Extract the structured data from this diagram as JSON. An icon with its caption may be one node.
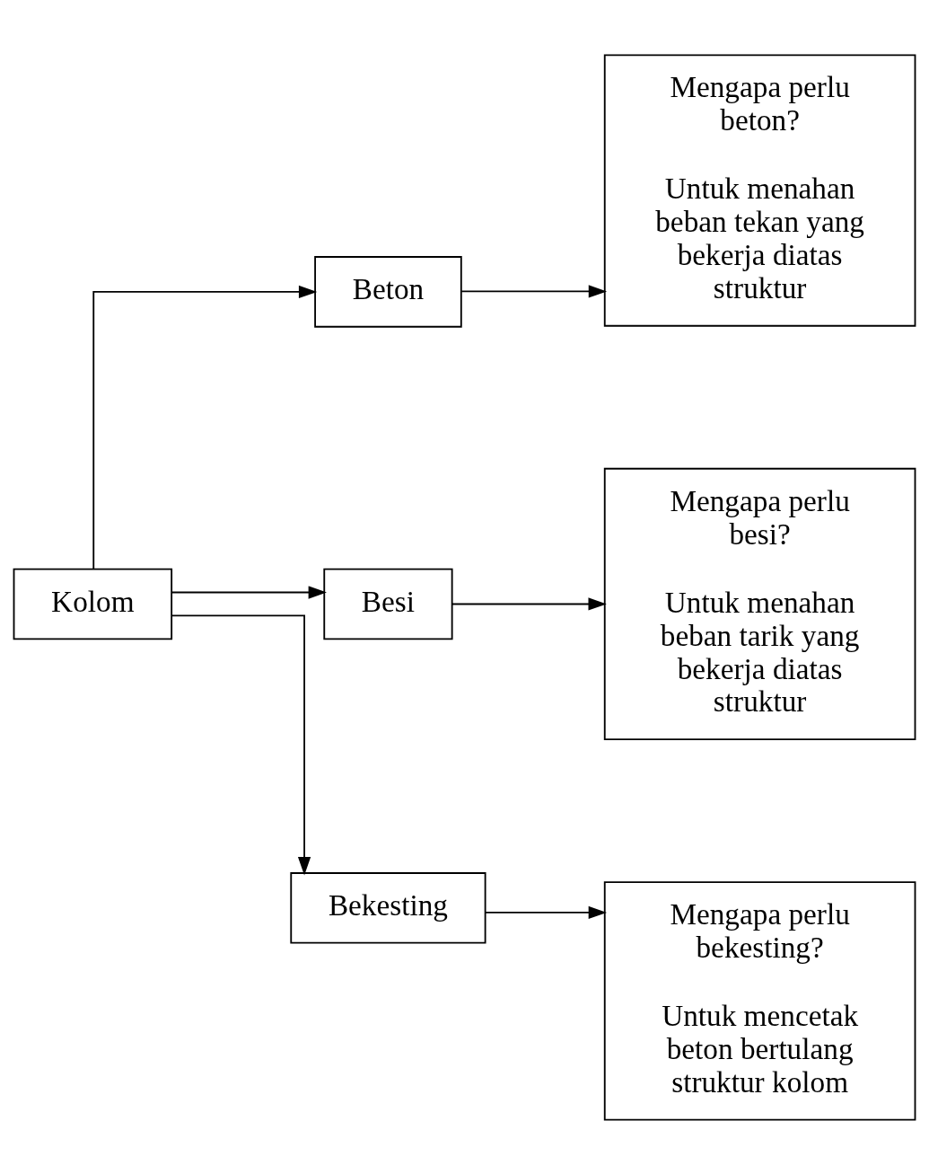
{
  "diagram": {
    "nodes": [
      {
        "text": [
          "Kolom"
        ]
      },
      {
        "text": [
          "Beton"
        ]
      },
      {
        "text": [
          "Besi"
        ]
      },
      {
        "text": [
          "Bekesting"
        ]
      },
      {
        "text": [
          "Mengapa perlu beton?",
          "Untuk menahan beban tekan yang bekerja diatas struktur"
        ]
      },
      {
        "text": [
          "Mengapa perlu besi?",
          "Untuk menahan beban tarik yang bekerja diatas struktur"
        ]
      },
      {
        "text": [
          "Mengapa perlu bekesting?",
          "Untuk mencetak beton bertulang struktur kolom"
        ]
      }
    ],
    "edges": [
      {
        "from": 0,
        "to": 1,
        "arrow": "to"
      },
      {
        "from": 0,
        "to": 2,
        "arrow": "to"
      },
      {
        "from": 0,
        "to": 3,
        "arrow": "to"
      },
      {
        "from": 1,
        "to": 4,
        "arrow": "to"
      },
      {
        "from": 2,
        "to": 5,
        "arrow": "to"
      },
      {
        "from": 3,
        "to": 6,
        "arrow": "to"
      }
    ]
  }
}
